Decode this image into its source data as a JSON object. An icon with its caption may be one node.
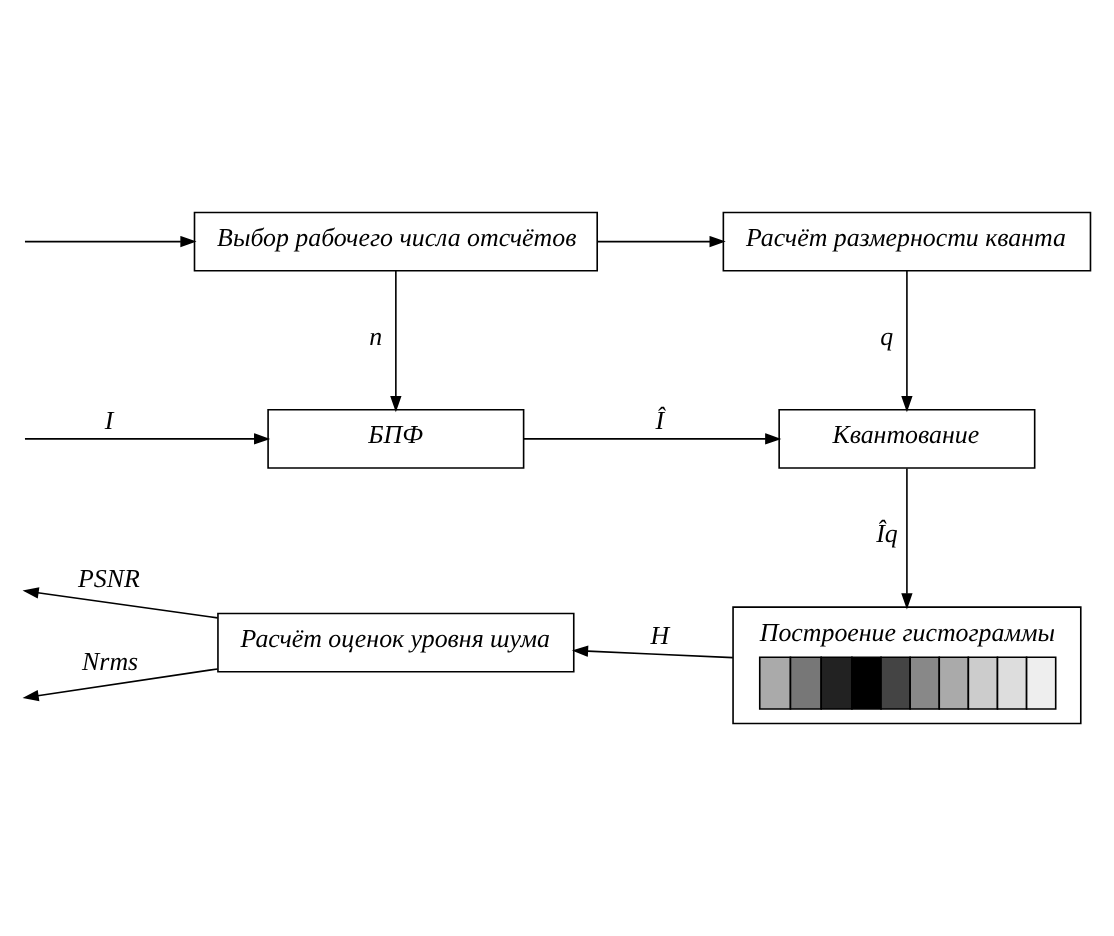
{
  "diagram": {
    "nodes": [
      {
        "text": [
          "Выбор рабочего числа отсчётов"
        ]
      },
      {
        "text": [
          "Расчёт размерности кванта"
        ]
      },
      {
        "text": [
          "БПФ"
        ]
      },
      {
        "text": [
          "Квантование"
        ]
      },
      {
        "text": [
          "Построение гистограммы"
        ]
      },
      {
        "text": [
          "Расчёт оценок уровня шума"
        ]
      }
    ],
    "edges": [
      {
        "from": null,
        "to": 2,
        "arrow": "to",
        "label": "I"
      },
      {
        "from": null,
        "to": 0,
        "arrow": "to"
      },
      {
        "from": 0,
        "to": 2,
        "arrow": "to",
        "label": "n"
      },
      {
        "from": 0,
        "to": 1,
        "arrow": "to"
      },
      {
        "from": 1,
        "to": 3,
        "arrow": "to",
        "label": "q"
      },
      {
        "from": 2,
        "to": 3,
        "arrow": "to",
        "label": "Î"
      },
      {
        "from": 3,
        "to": 4,
        "arrow": "to",
        "label": "Îq"
      },
      {
        "from": 4,
        "to": 5,
        "arrow": "to",
        "label": "H"
      },
      {
        "from": 5,
        "to": null,
        "arrow": "to",
        "label": "Nrms"
      },
      {
        "from": 5,
        "to": null,
        "arrow": "to",
        "label": "PSNR"
      }
    ]
  }
}
